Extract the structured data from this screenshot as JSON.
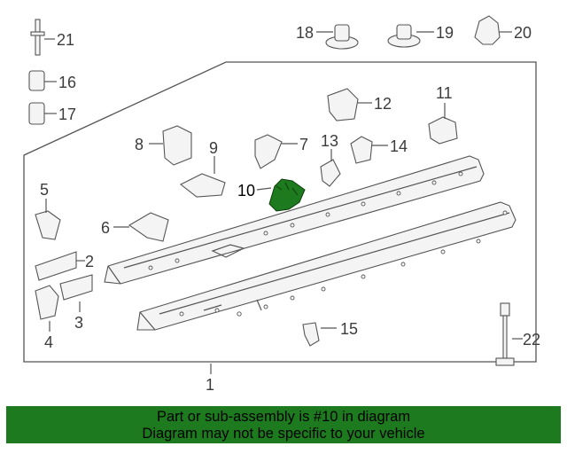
{
  "callouts": {
    "c1": "1",
    "c2": "2",
    "c3": "3",
    "c4": "4",
    "c5": "5",
    "c6": "6",
    "c7": "7",
    "c8": "8",
    "c9": "9",
    "c10": "10",
    "c11": "11",
    "c12": "12",
    "c13": "13",
    "c14": "14",
    "c15": "15",
    "c16": "16",
    "c17": "17",
    "c18": "18",
    "c19": "19",
    "c20": "20",
    "c21": "21",
    "c22": "22"
  },
  "highlighted_part": "10",
  "caption": {
    "line1": "Part or sub-assembly is #10 in diagram",
    "line2": "Diagram may not be specific to your vehicle"
  },
  "colors": {
    "highlight": "#1e7a1e",
    "caption_bar": "#1e7a1e",
    "line": "#555555",
    "text": "#3c3c3c"
  }
}
